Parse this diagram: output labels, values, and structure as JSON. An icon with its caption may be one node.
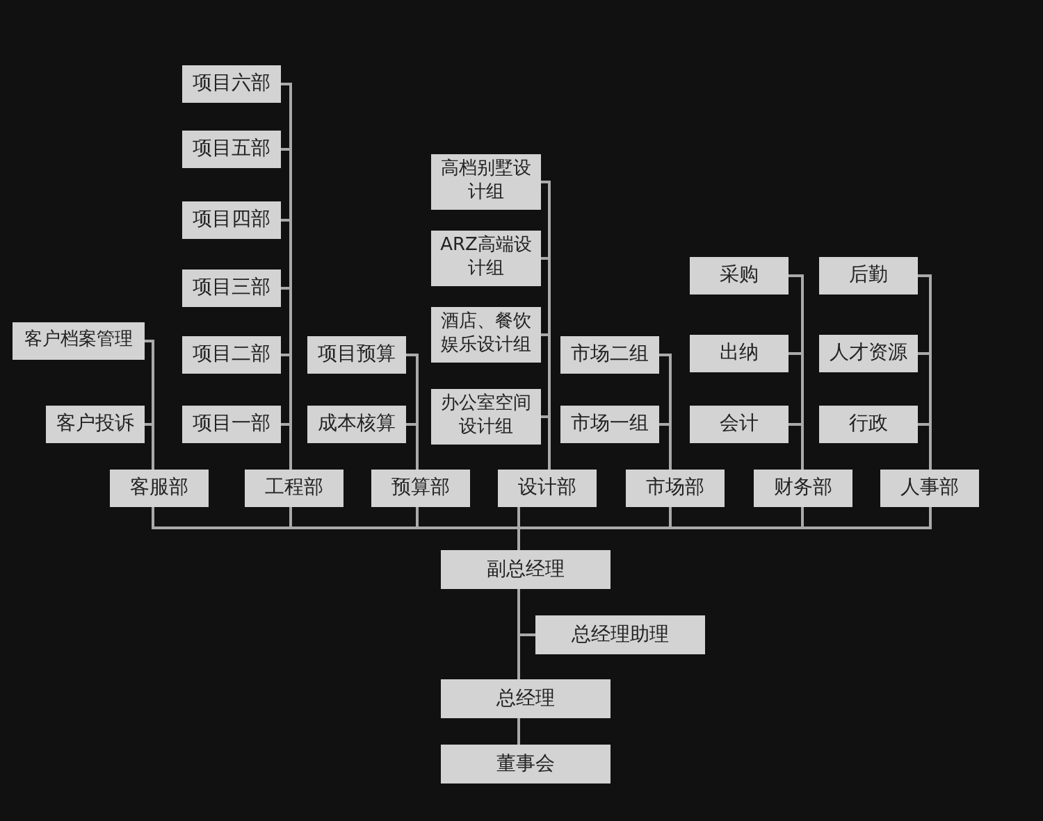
{
  "diagram": {
    "nodes": [
      {
        "text": [
          "客户档案管理"
        ]
      },
      {
        "text": [
          "客户投诉"
        ]
      },
      {
        "text": [
          "项目六部"
        ]
      },
      {
        "text": [
          "项目五部"
        ]
      },
      {
        "text": [
          "项目四部"
        ]
      },
      {
        "text": [
          "项目三部"
        ]
      },
      {
        "text": [
          "项目二部"
        ]
      },
      {
        "text": [
          "项目一部"
        ]
      },
      {
        "text": [
          "项目预算"
        ]
      },
      {
        "text": [
          "成本核算"
        ]
      },
      {
        "text": [
          "高档别墅设计组"
        ]
      },
      {
        "text": [
          "ARZ高端设计组"
        ]
      },
      {
        "text": [
          "酒店、餐饮娱乐设计组"
        ]
      },
      {
        "text": [
          "办公室空间设计组"
        ]
      },
      {
        "text": [
          "市场二组"
        ]
      },
      {
        "text": [
          "市场一组"
        ]
      },
      {
        "text": [
          "采购"
        ]
      },
      {
        "text": [
          "出纳"
        ]
      },
      {
        "text": [
          "会计"
        ]
      },
      {
        "text": [
          "后勤"
        ]
      },
      {
        "text": [
          "人才资源"
        ]
      },
      {
        "text": [
          "行政"
        ]
      },
      {
        "text": [
          "客服部"
        ]
      },
      {
        "text": [
          "工程部"
        ]
      },
      {
        "text": [
          "预算部"
        ]
      },
      {
        "text": [
          "设计部"
        ]
      },
      {
        "text": [
          "市场部"
        ]
      },
      {
        "text": [
          "财务部"
        ]
      },
      {
        "text": [
          "人事部"
        ]
      },
      {
        "text": [
          "副总经理"
        ]
      },
      {
        "text": [
          "总经理助理"
        ]
      },
      {
        "text": [
          "总经理"
        ]
      },
      {
        "text": [
          "董事会"
        ]
      }
    ],
    "edges": [
      {
        "from": 32,
        "to": 31,
        "arrow": "none"
      },
      {
        "from": 31,
        "to": 29,
        "arrow": "none"
      },
      {
        "from": 29,
        "to": 30,
        "arrow": "none"
      },
      {
        "from": 29,
        "to": 22,
        "arrow": "none"
      },
      {
        "from": 29,
        "to": 23,
        "arrow": "none"
      },
      {
        "from": 29,
        "to": 24,
        "arrow": "none"
      },
      {
        "from": 29,
        "to": 25,
        "arrow": "none"
      },
      {
        "from": 29,
        "to": 26,
        "arrow": "none"
      },
      {
        "from": 29,
        "to": 27,
        "arrow": "none"
      },
      {
        "from": 29,
        "to": 28,
        "arrow": "none"
      },
      {
        "from": 22,
        "to": 0,
        "arrow": "none"
      },
      {
        "from": 22,
        "to": 1,
        "arrow": "none"
      },
      {
        "from": 23,
        "to": 2,
        "arrow": "none"
      },
      {
        "from": 23,
        "to": 3,
        "arrow": "none"
      },
      {
        "from": 23,
        "to": 4,
        "arrow": "none"
      },
      {
        "from": 23,
        "to": 5,
        "arrow": "none"
      },
      {
        "from": 23,
        "to": 6,
        "arrow": "none"
      },
      {
        "from": 23,
        "to": 7,
        "arrow": "none"
      },
      {
        "from": 24,
        "to": 8,
        "arrow": "none"
      },
      {
        "from": 24,
        "to": 9,
        "arrow": "none"
      },
      {
        "from": 25,
        "to": 10,
        "arrow": "none"
      },
      {
        "from": 25,
        "to": 11,
        "arrow": "none"
      },
      {
        "from": 25,
        "to": 12,
        "arrow": "none"
      },
      {
        "from": 25,
        "to": 13,
        "arrow": "none"
      },
      {
        "from": 26,
        "to": 14,
        "arrow": "none"
      },
      {
        "from": 26,
        "to": 15,
        "arrow": "none"
      },
      {
        "from": 27,
        "to": 16,
        "arrow": "none"
      },
      {
        "from": 27,
        "to": 17,
        "arrow": "none"
      },
      {
        "from": 27,
        "to": 18,
        "arrow": "none"
      },
      {
        "from": 28,
        "to": 19,
        "arrow": "none"
      },
      {
        "from": 28,
        "to": 20,
        "arrow": "none"
      },
      {
        "from": 28,
        "to": 21,
        "arrow": "none"
      }
    ]
  }
}
